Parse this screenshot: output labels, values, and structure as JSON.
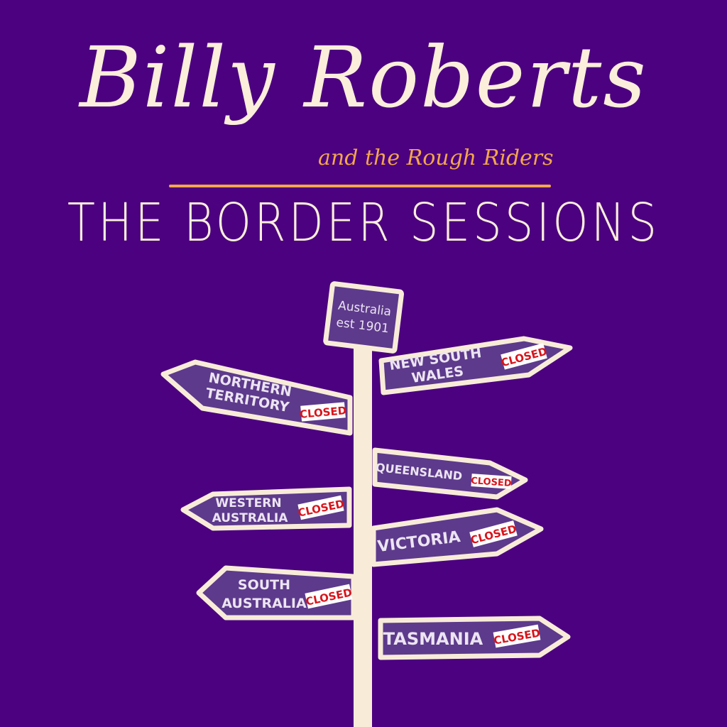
{
  "cover": {
    "artist": "Billy Roberts",
    "band": "and the Rough Riders",
    "album": "THE BORDER SESSIONS",
    "colors": {
      "background": "#4b0180",
      "cream": "#fbeedb",
      "orange": "#f4a64c",
      "sign": "#5d3a8c",
      "closed_red": "#d8141b"
    }
  },
  "signpost": {
    "top": {
      "line1": "Australia",
      "line2": "est 1901"
    },
    "closed_label": "CLOSED",
    "signs": [
      {
        "line1": "NEW SOUTH",
        "line2": "WALES"
      },
      {
        "line1": "NORTHERN",
        "line2": "TERRITORY"
      },
      {
        "line1": "QUEENSLAND",
        "line2": ""
      },
      {
        "line1": "WESTERN",
        "line2": "AUSTRALIA"
      },
      {
        "line1": "VICTORIA",
        "line2": ""
      },
      {
        "line1": "SOUTH",
        "line2": "AUSTRALIA"
      },
      {
        "line1": "TASMANIA",
        "line2": ""
      }
    ]
  }
}
